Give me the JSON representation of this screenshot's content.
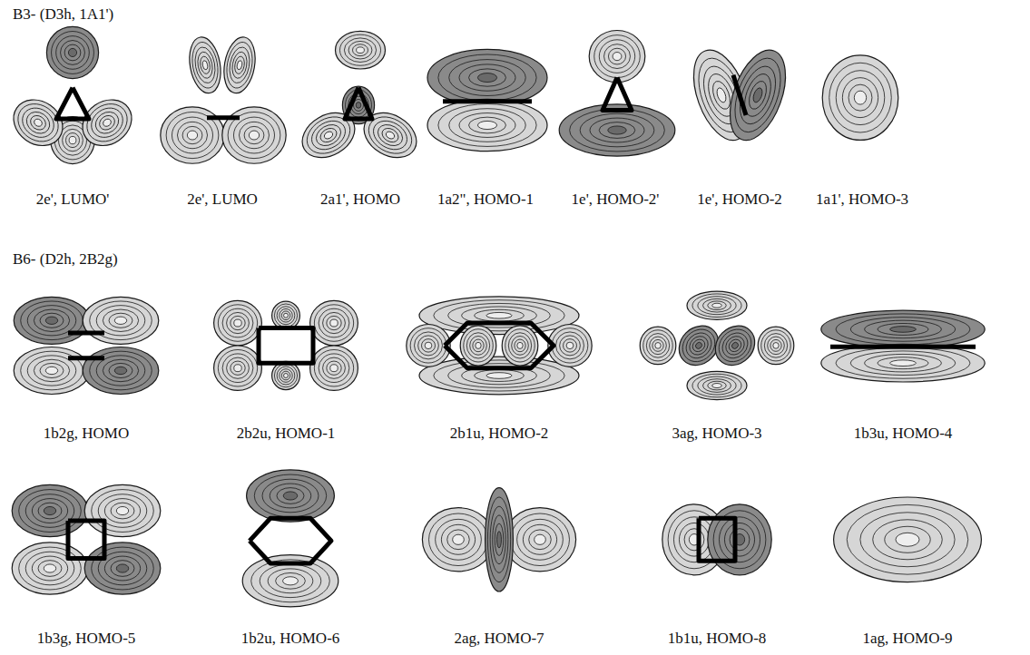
{
  "diagram": {
    "labels": [
      "B3- (D3h, 1A1')",
      "2e', LUMO'",
      "2e', LUMO",
      "2a1', HOMO",
      "1a2\", HOMO-1",
      "1e', HOMO-2'",
      "1e', HOMO-2",
      "1a1', HOMO-3",
      "B6- (D2h, 2B2g)",
      "1b2g, HOMO",
      "2b2u, HOMO-1",
      "2b1u, HOMO-2",
      "3ag, HOMO-3",
      "1b3u, HOMO-4",
      "1b3g, HOMO-5",
      "1b2u, HOMO-6",
      "2ag, HOMO-7",
      "1b1u, HOMO-8",
      "1ag, HOMO-9"
    ]
  }
}
